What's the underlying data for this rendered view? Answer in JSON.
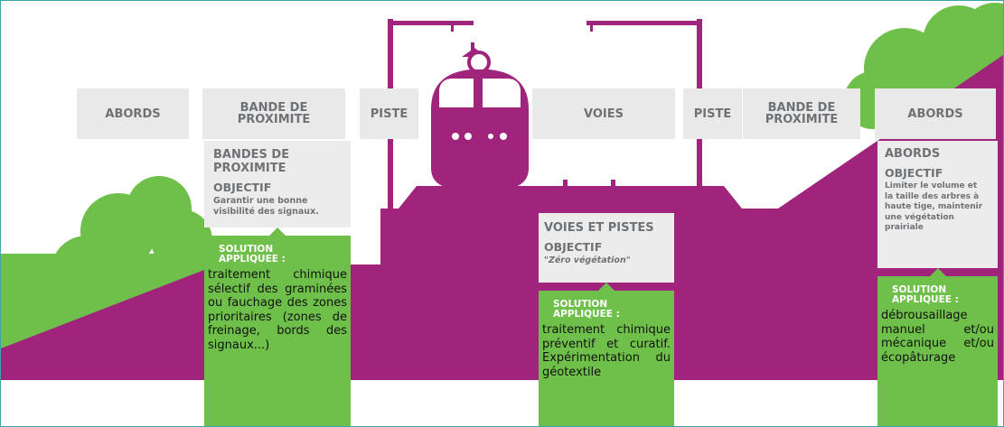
{
  "colors": {
    "purple": "#a0237c",
    "green": "#6fc04a",
    "grey_band": "#e9e9ea",
    "frame": "#3aa6a8"
  },
  "zones": {
    "abords_left": "ABORDS",
    "bande_left": "BANDE DE\nPROXIMITE",
    "piste_left": "PISTE",
    "voies": "VOIES",
    "piste_right": "PISTE",
    "bande_right": "BANDE DE\nPROXIMITE",
    "abords_right": "ABORDS"
  },
  "cards": {
    "proximite": {
      "title": "BANDES DE\nPROXIMITE",
      "objectif_label": "OBJECTIF",
      "objectif_text": "Garantir une bonne\nvisibilité des signaux.",
      "solution_label": "SOLUTION\nAPPLIQUEE :",
      "solution_text": "traitement chimique sélectif des graminées ou fauchage des zones prioritaires (zones de freinage, bords des signaux...)"
    },
    "voies": {
      "title": "VOIES ET PISTES",
      "objectif_label": "OBJECTIF",
      "objectif_text": "\"Zéro végétation\"",
      "solution_label": "SOLUTION\nAPPLIQUEE :",
      "solution_text": "traitement chimique préventif et curatif. Expérimentation du géotextile"
    },
    "abords": {
      "title": "ABORDS",
      "objectif_label": "OBJECTIF",
      "objectif_text": "Limiter le volume et\nla taille des arbres à\nhaute tige, maintenir\nune végétation\nprairiale",
      "solution_label": "SOLUTION\nAPPLIQUEE :",
      "solution_text": "débrousaillage manuel et/ou mécanique et/ou écopâturage"
    }
  }
}
